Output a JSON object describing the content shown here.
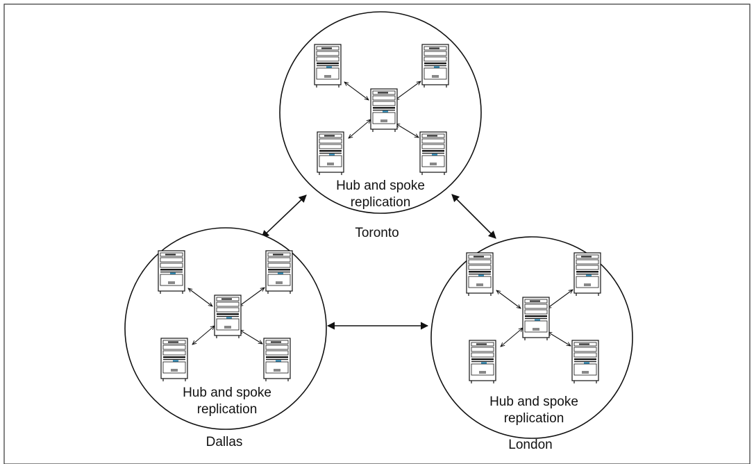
{
  "colors": {
    "line": "#111111",
    "server_body": "#ffffff",
    "server_accent": "#2a8fbf",
    "server_dark": "#1a1a1a"
  },
  "icons": {
    "server": "server-tower-icon",
    "arrow": "double-headed-arrow"
  },
  "sites": [
    {
      "id": "toronto",
      "name": "Toronto",
      "caption_line1": "Hub and spoke",
      "caption_line2": "replication"
    },
    {
      "id": "dallas",
      "name": "Dallas",
      "caption_line1": "Hub and spoke",
      "caption_line2": "replication"
    },
    {
      "id": "london",
      "name": "London",
      "caption_line1": "Hub and spoke",
      "caption_line2": "replication"
    }
  ],
  "links": [
    {
      "from": "toronto",
      "to": "dallas",
      "type": "bidirectional"
    },
    {
      "from": "toronto",
      "to": "london",
      "type": "bidirectional"
    },
    {
      "from": "dallas",
      "to": "london",
      "type": "bidirectional"
    }
  ]
}
